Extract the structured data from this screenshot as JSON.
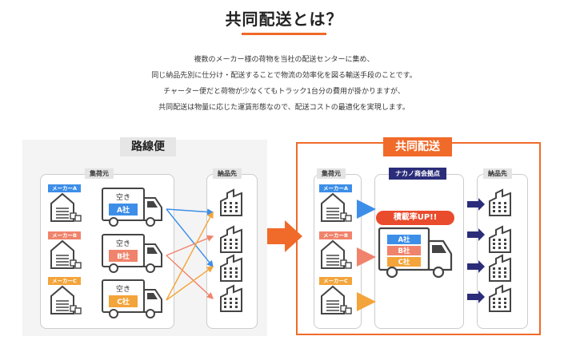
{
  "header": {
    "title": "共同配送とは？",
    "desc": [
      "複数のメーカー様の荷物を当社の配送センターに集め、",
      "同じ納品先別に仕分け・配送することで物流の効率化を図る輸送手段のことです。",
      "チャーター便だと荷物が少なくてもトラック1台分の費用が掛かりますが、",
      "共同配送は物量に応じた運賃形態なので、配送コストの最適化を実現します。"
    ]
  },
  "left": {
    "tag": "路線便",
    "origin_label": "集荷元",
    "dest_label": "納品先",
    "makers": [
      "メーカーA",
      "メーカーB",
      "メーカーC"
    ],
    "cargo_empty": "空き",
    "companies": [
      "A社",
      "B社",
      "C社"
    ]
  },
  "right": {
    "tag": "共同配送",
    "origin_label": "集荷元",
    "hub_label": "ナカノ商会拠点",
    "dest_label": "納品先",
    "makers": [
      "メーカーA",
      "メーカーB",
      "メーカーC"
    ],
    "load_up": "積載率UP!!",
    "companies": [
      "A社",
      "B社",
      "C社"
    ]
  },
  "colors": {
    "orange": "#f06a29",
    "a": "#3d8ee8",
    "b": "#f0836b",
    "c": "#f3a43a",
    "navy": "#2b2d7a",
    "gray_icon": "#444444"
  }
}
